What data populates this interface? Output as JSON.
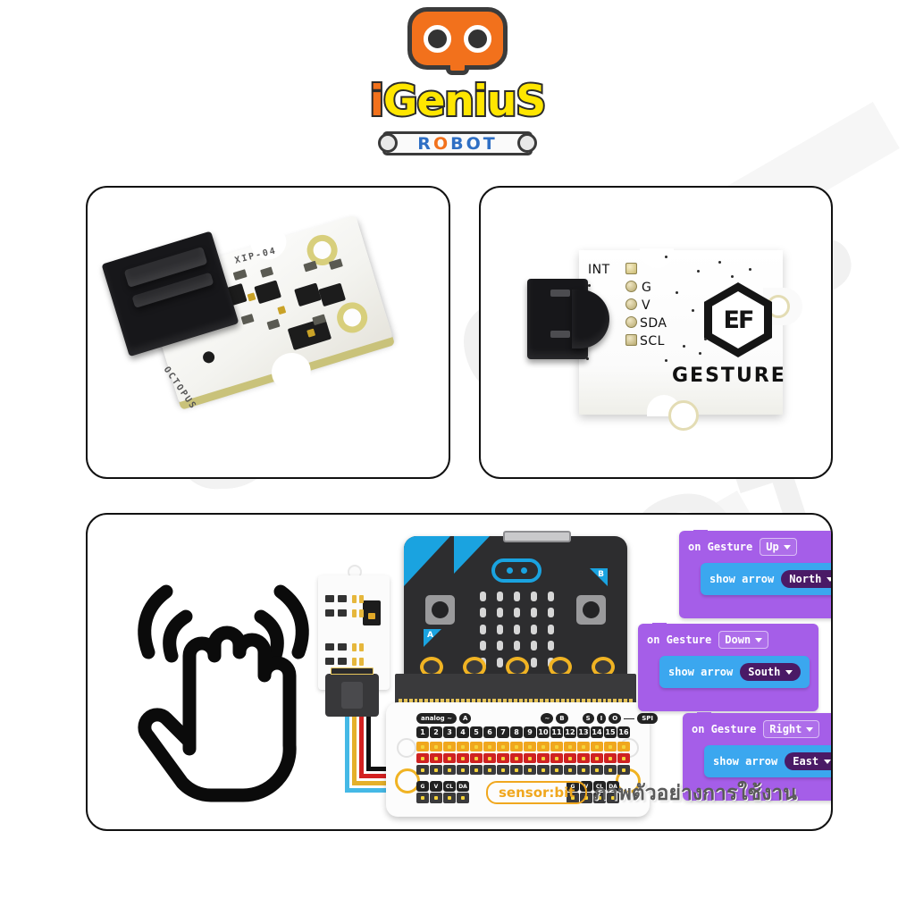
{
  "brand": {
    "name_i": "i",
    "name_rest": "GeniuS",
    "sub_r": "R",
    "sub_o": "O",
    "sub_rest": "BOT",
    "sub_full": "ROBOT",
    "face_icon": "robot-face-icon",
    "colors": {
      "orange": "#f2711c",
      "yellow": "#ffe600",
      "outline": "#2b2b2b",
      "blue": "#2f6fc4"
    }
  },
  "watermark": {
    "text_top": "OCTOPUS",
    "text_bottom": "ROBOT"
  },
  "panels": {
    "top_left": {
      "name": "octopus-sensor-board-photo",
      "board_silk": "OCTOPUS",
      "board_part": "XIP-04"
    },
    "top_right": {
      "name": "gesture-board-photo",
      "brand_text": "GESTURE",
      "logo_text": "EF",
      "pins": [
        "INT",
        "G",
        "V",
        "SDA",
        "SCL"
      ]
    },
    "bottom": {
      "name": "usage-example",
      "caption": "ภาพตัวอย่างการใช้งาน"
    }
  },
  "microbit": {
    "button_a": "A",
    "button_b": "B",
    "breakout_brand": "sensor:bit",
    "header_labels": [
      "analog ~",
      "A",
      "~",
      "B",
      "S",
      "I",
      "O",
      "SPI"
    ],
    "pin_numbers": [
      "1",
      "2",
      "3",
      "4",
      "5",
      "6",
      "7",
      "8",
      "9",
      "10",
      "11",
      "12",
      "13",
      "14",
      "15",
      "16"
    ],
    "io_labels": [
      "G",
      "V",
      "CL",
      "DA"
    ]
  },
  "wires": {
    "colors": [
      "#111111",
      "#d32121",
      "#e5b02a",
      "#45b9e6"
    ]
  },
  "code_blocks": [
    {
      "id": "block-up",
      "event_label": "on Gesture",
      "event_value": "Up",
      "action_label": "show arrow",
      "action_value": "North"
    },
    {
      "id": "block-down",
      "event_label": "on Gesture",
      "event_value": "Down",
      "action_label": "show arrow",
      "action_value": "South"
    },
    {
      "id": "block-right",
      "event_label": "on Gesture",
      "event_value": "Right",
      "action_label": "show arrow",
      "action_value": "East"
    }
  ]
}
